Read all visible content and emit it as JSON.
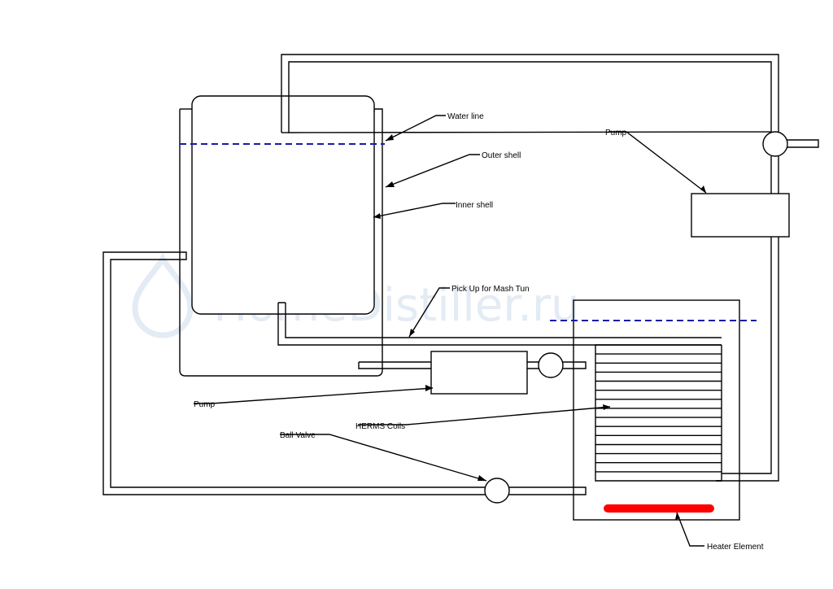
{
  "watermark": "HomeDistiller.ru",
  "labels": {
    "water_line": "Water line",
    "outer_shell": "Outer shell",
    "inner_shell": "Inner shell",
    "pick_up": "Pick Up for Mash Tun",
    "pump_right": "Pump",
    "pump_left": "Pump",
    "herms_coils": "HERMS Coils",
    "ball_valve": "Ball Valve",
    "heater_element": "Heater Element"
  },
  "colors": {
    "water_line": "#1a1aa6",
    "heater": "#ff0000",
    "watermark": "#e3ebf4",
    "line": "#000000"
  },
  "herms_coil_count": 15
}
